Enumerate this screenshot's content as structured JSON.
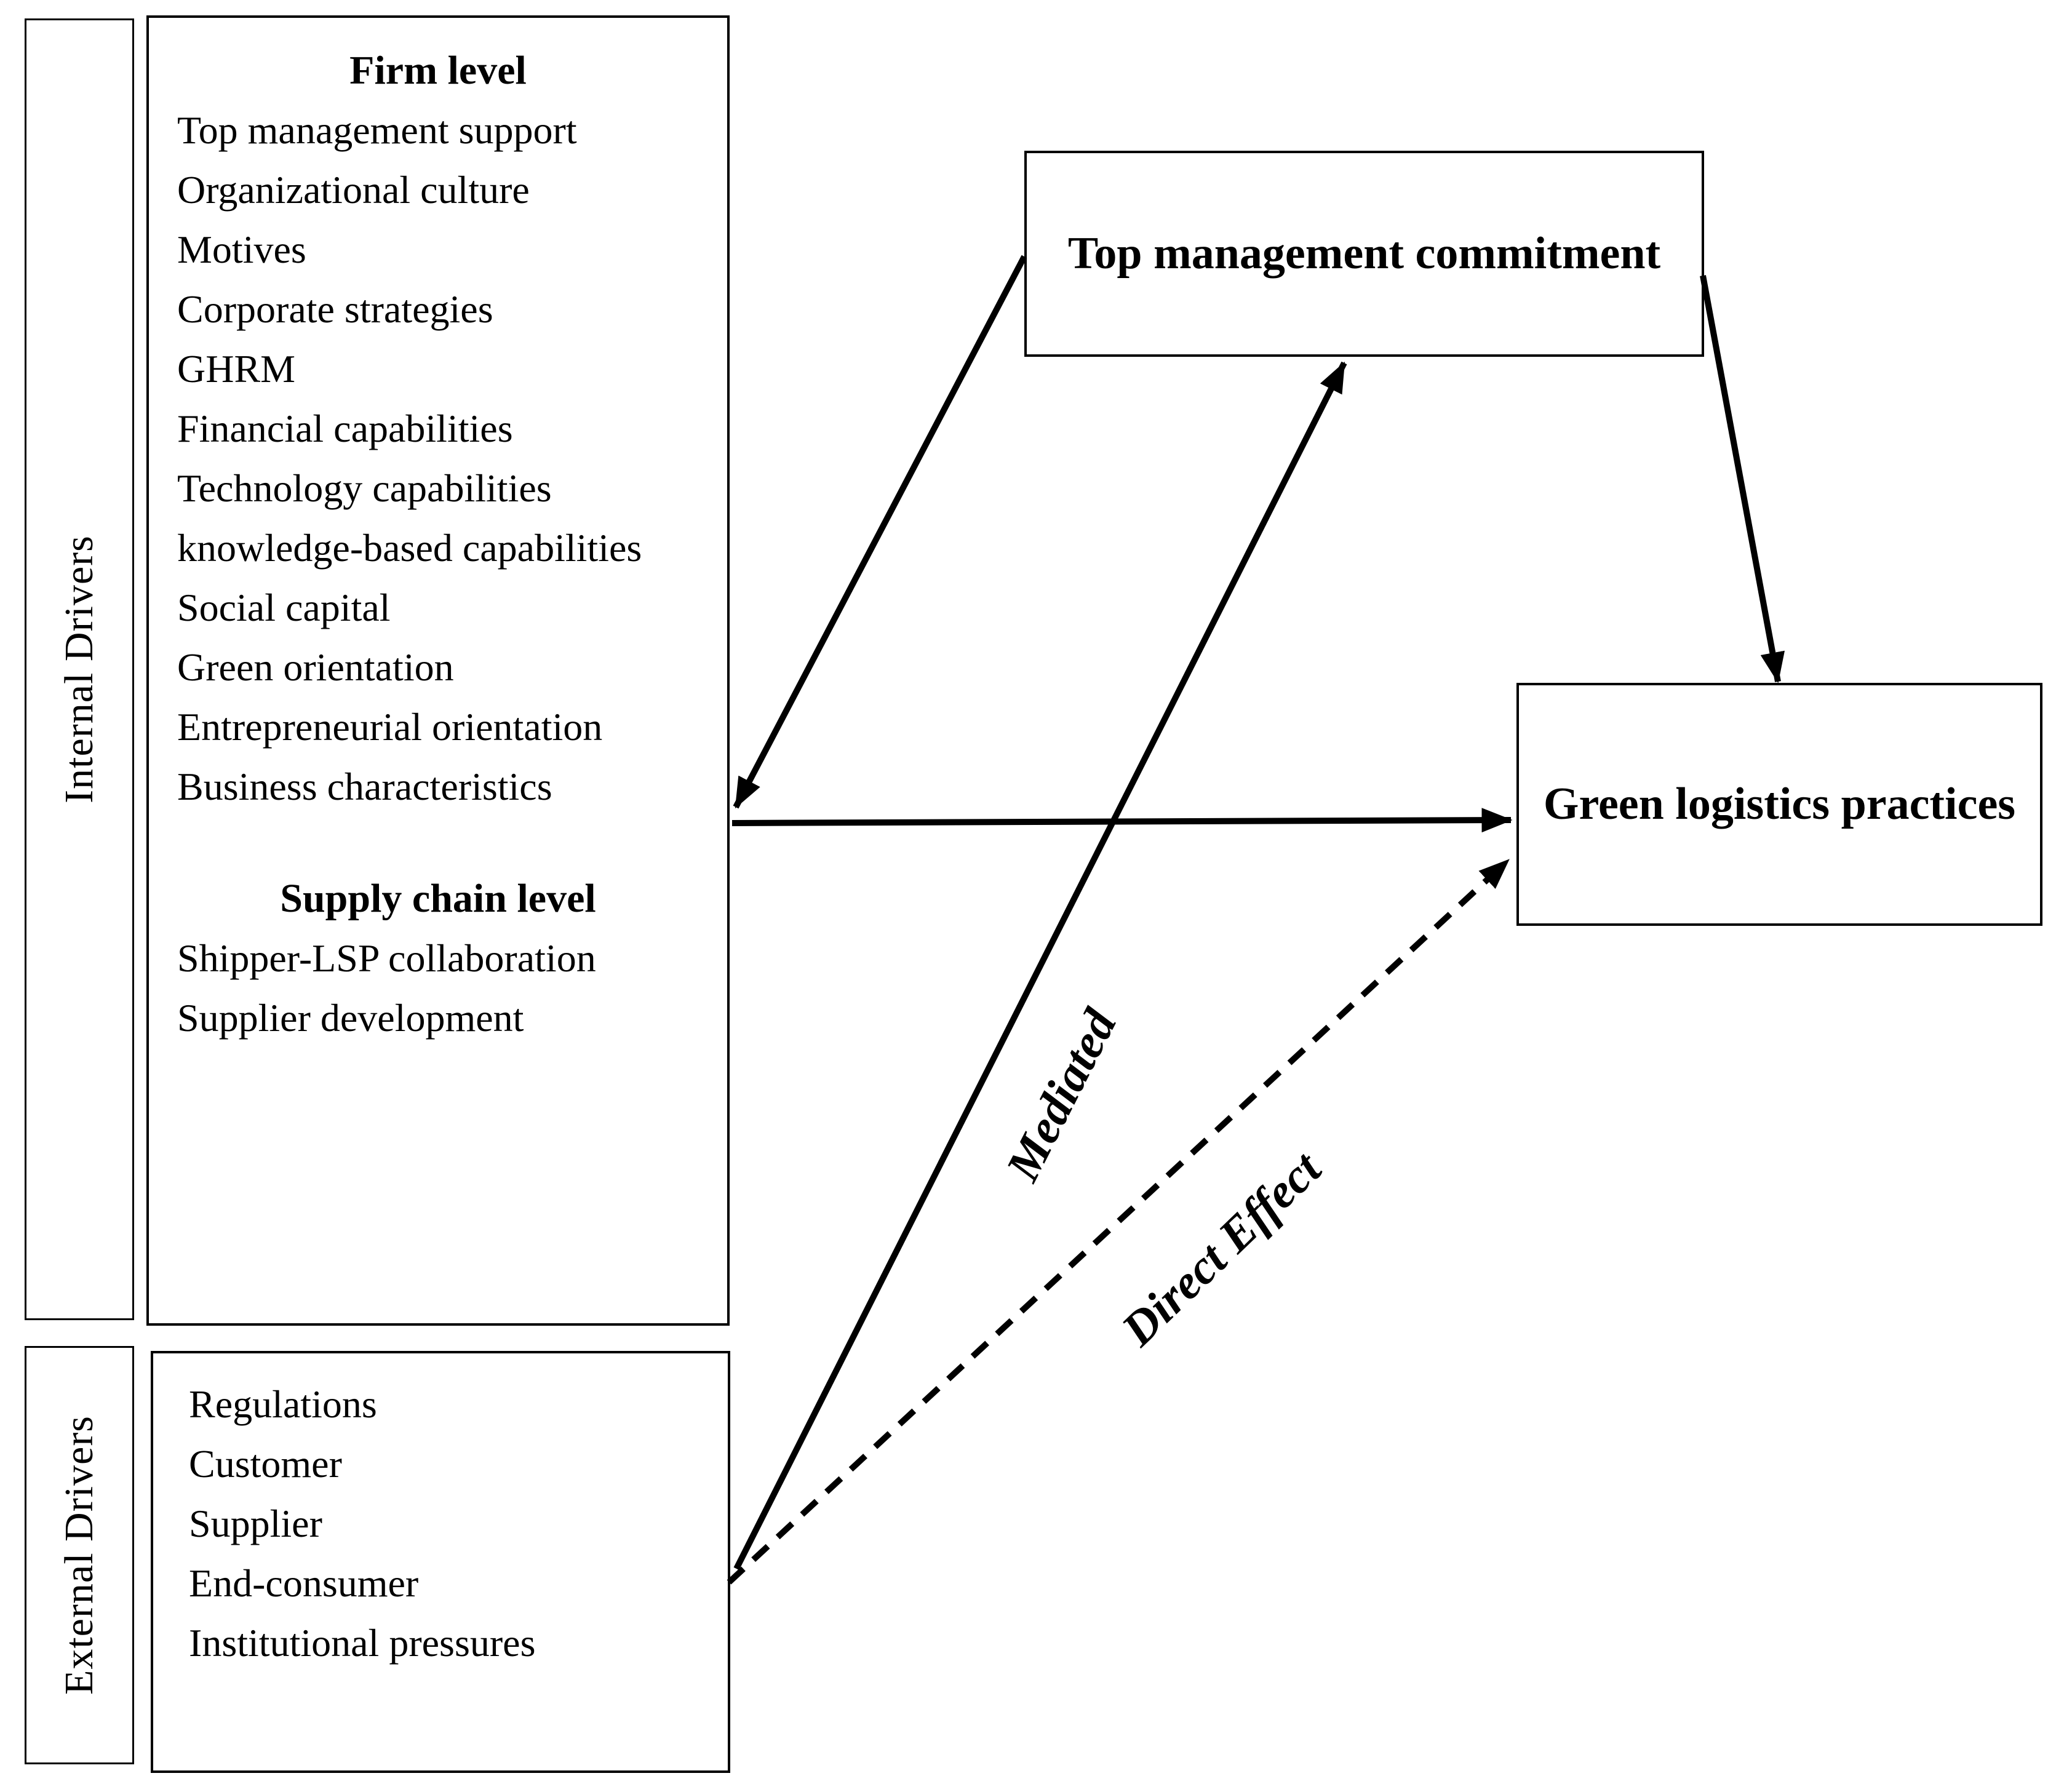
{
  "diagram": {
    "internal": {
      "label": "Internal Drivers",
      "firm_heading": "Firm level",
      "firm_items": [
        "Top management support",
        "Organizational culture",
        "Motives",
        "Corporate strategies",
        "GHRM",
        "Financial capabilities",
        "Technology capabilities",
        "knowledge-based capabilities",
        "Social capital",
        "Green orientation",
        "Entrepreneurial orientation",
        "Business characteristics"
      ],
      "supply_heading": "Supply chain level",
      "supply_items": [
        "Shipper-LSP collaboration",
        "Supplier development"
      ]
    },
    "external": {
      "label": "External Drivers",
      "items": [
        "Regulations",
        "Customer",
        "Supplier",
        "End-consumer",
        "Institutional pressures"
      ]
    },
    "mediator_box": {
      "title": "Top management commitment"
    },
    "outcome_box": {
      "title": "Green logistics practices"
    },
    "arrow_labels": {
      "mediated": "Mediated",
      "direct": "Direct Effect"
    },
    "colors": {
      "ink": "#000000",
      "background": "#ffffff"
    }
  }
}
